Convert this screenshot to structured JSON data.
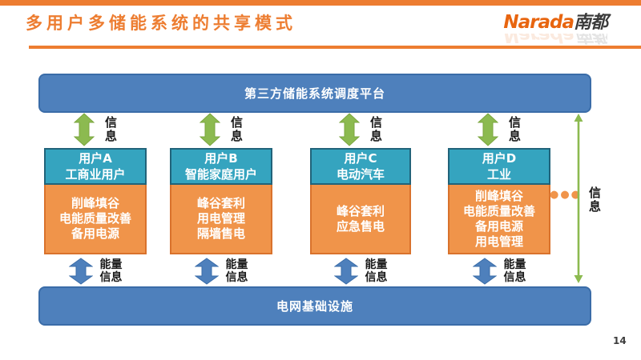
{
  "slide": {
    "title": "多用户多储能系统的共享模式",
    "page_number": "14"
  },
  "logo": {
    "brand": "Narada",
    "suffix": "南都"
  },
  "platform": {
    "label": "第三方储能系统调度平台"
  },
  "grid": {
    "label": "电网基础设施"
  },
  "arrows": {
    "info_label": "信息",
    "energy_line_1": "能量",
    "energy_line_2": "信息"
  },
  "right_side": {
    "ellipsis": "●●●",
    "info_label": "信息"
  },
  "users": [
    {
      "id": "用户A",
      "type": "工商业用户",
      "features": [
        "削峰填谷",
        "电能质量改善",
        "备用电源"
      ]
    },
    {
      "id": "用户B",
      "type": "智能家庭用户",
      "features": [
        "峰谷套利",
        "用电管理",
        "隔墙售电"
      ]
    },
    {
      "id": "用户C",
      "type": "电动汽车",
      "features": [
        "峰谷套利",
        "应急售电"
      ]
    },
    {
      "id": "用户D",
      "type": "工业",
      "features": [
        "削峰填谷",
        "电能质量改善",
        "备用电源",
        "用电管理"
      ]
    }
  ],
  "colors": {
    "accent_orange": "#ED7D31",
    "box_orange": "#F0944A",
    "box_orange_border": "#D9722C",
    "teal_header": "#35A4BF",
    "teal_header_border": "#21637A",
    "bar_blue": "#4E80BC",
    "bar_blue_border": "#3A6CA8",
    "arrow_green": "#8CBA50",
    "logo_orange": "#E8650F"
  }
}
